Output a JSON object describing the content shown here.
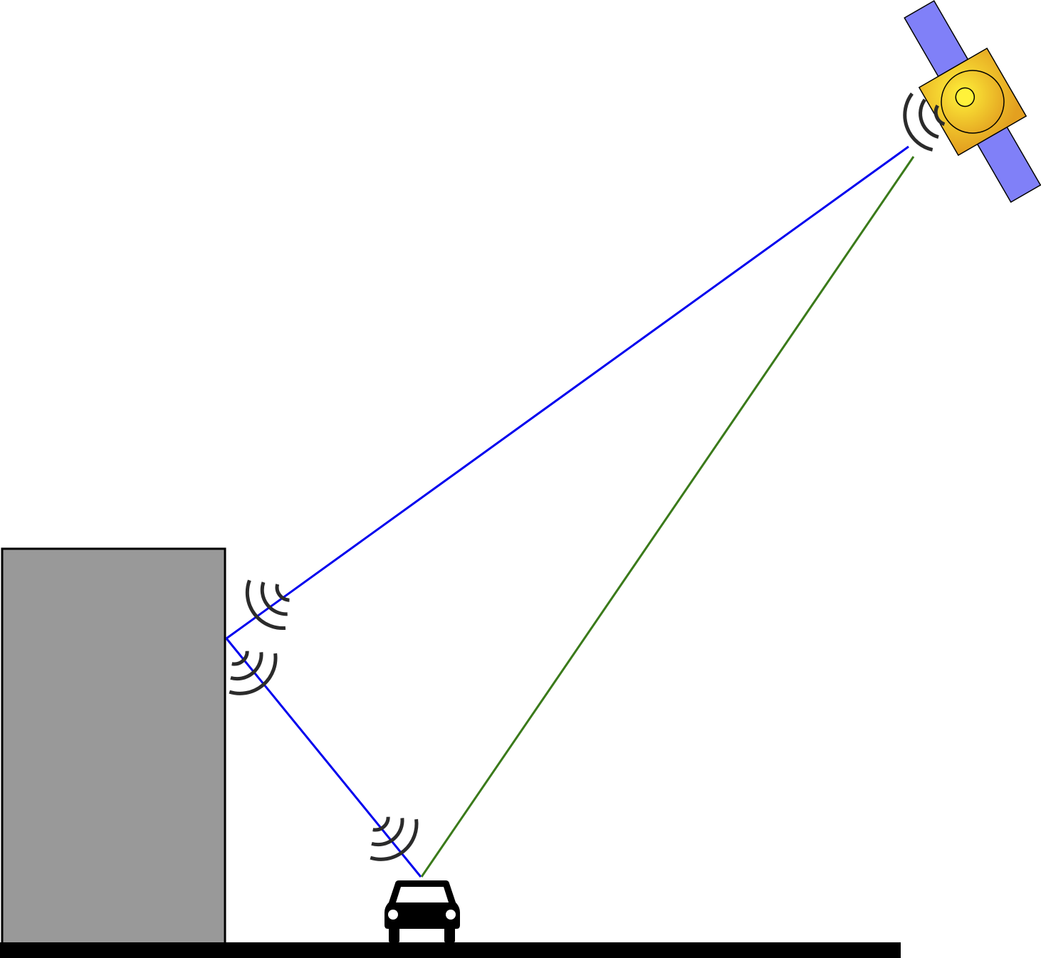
{
  "diagram": {
    "kind": "multipath-signal-reflection",
    "elements": {
      "building": {
        "color": "#999999",
        "stroke": "#000000"
      },
      "ground": {
        "color": "#000000"
      },
      "car": {
        "color": "#000000"
      },
      "satellite": {
        "panel_color": "#8080F8",
        "body_color_light": "#FFF23A",
        "body_color_dark": "#E3A020"
      }
    },
    "signal_paths": [
      {
        "name": "reflected-path",
        "color": "#0000EE",
        "segments": [
          "satellite-to-building",
          "building-to-car"
        ]
      },
      {
        "name": "direct-path",
        "color": "#3A7A1A",
        "segments": [
          "satellite-to-car"
        ]
      }
    ],
    "wave_icon_color": "#2B2B2B"
  }
}
